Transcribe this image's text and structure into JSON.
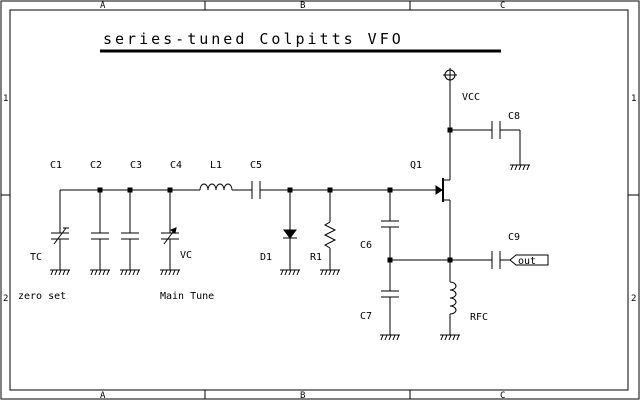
{
  "title": "series-tuned Colpitts VFO",
  "frame": {
    "columns": [
      "A",
      "B",
      "C"
    ],
    "rows": [
      "1",
      "2"
    ]
  },
  "components": {
    "c1": "C1",
    "c2": "C2",
    "c3": "C3",
    "c4": "C4",
    "l1": "L1",
    "c5": "C5",
    "q1": "Q1",
    "vcc": "VCC",
    "c8": "C8",
    "c9": "C9",
    "tc": "TC",
    "vc": "VC",
    "d1": "D1",
    "r1": "R1",
    "c6": "C6",
    "c7": "C7",
    "rfc": "RFC"
  },
  "notes": {
    "zero_set": "zero set",
    "main_tune": "Main Tune"
  },
  "ports": {
    "out": "out"
  }
}
